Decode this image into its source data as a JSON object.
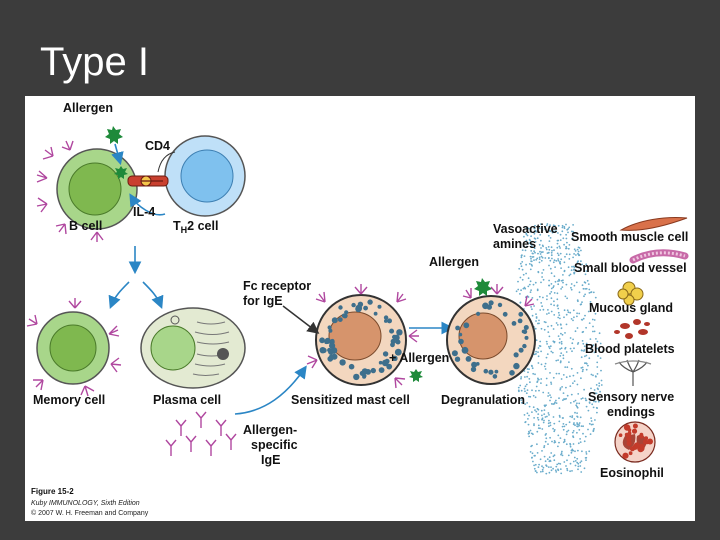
{
  "slide": {
    "title": "Type I"
  },
  "labels": {
    "allergen_top": "Allergen",
    "cd4": "CD4",
    "il4": "IL-4",
    "b_cell": "B cell",
    "th2_prefix": "T",
    "th2_sub": "H",
    "th2_suffix": "2 cell",
    "memory_cell": "Memory cell",
    "plasma_cell": "Plasma cell",
    "fc_receptor_1": "Fc receptor",
    "fc_receptor_2": "for IgE",
    "plus_allergen": "+ Allergen",
    "sensitized_mast_cell": "Sensitized mast cell",
    "allergen_specific_1": "Allergen-",
    "allergen_specific_2": "specific",
    "allergen_specific_3": "IgE",
    "allergen_mid": "Allergen",
    "vasoactive_1": "Vasoactive",
    "vasoactive_2": "amines",
    "degranulation": "Degranulation"
  },
  "targets": [
    {
      "label": "Smooth muscle cell",
      "icon": "smooth-muscle-icon"
    },
    {
      "label": "Small blood vessel",
      "icon": "blood-vessel-icon"
    },
    {
      "label": "Mucous gland",
      "icon": "mucous-gland-icon"
    },
    {
      "label": "Blood platelets",
      "icon": "platelets-icon"
    },
    {
      "label": "Sensory nerve",
      "label2": "endings",
      "icon": "nerve-ending-icon"
    },
    {
      "label": "Eosinophil",
      "icon": "eosinophil-icon"
    }
  ],
  "caption": {
    "line1": "Figure 15-2",
    "line2": "Kuby IMMUNOLOGY, Sixth Edition",
    "line3": "© 2007 W. H. Freeman and Company"
  },
  "colors": {
    "slide_bg": "#3c3c3c",
    "b_cell_fill": "#a8d68a",
    "b_cell_nucleus": "#7fb84f",
    "th2_cell_fill": "#bfe0f8",
    "th2_nucleus": "#7fc1ee",
    "mast_cell_fill": "#f3d7bf",
    "mast_nucleus": "#d6946c",
    "granule": "#3e6f8c",
    "antibody": "#b0479f",
    "allergen": "#1e8a3a",
    "arrow": "#2b86c5",
    "mediator_dots": "#6aaccb"
  }
}
